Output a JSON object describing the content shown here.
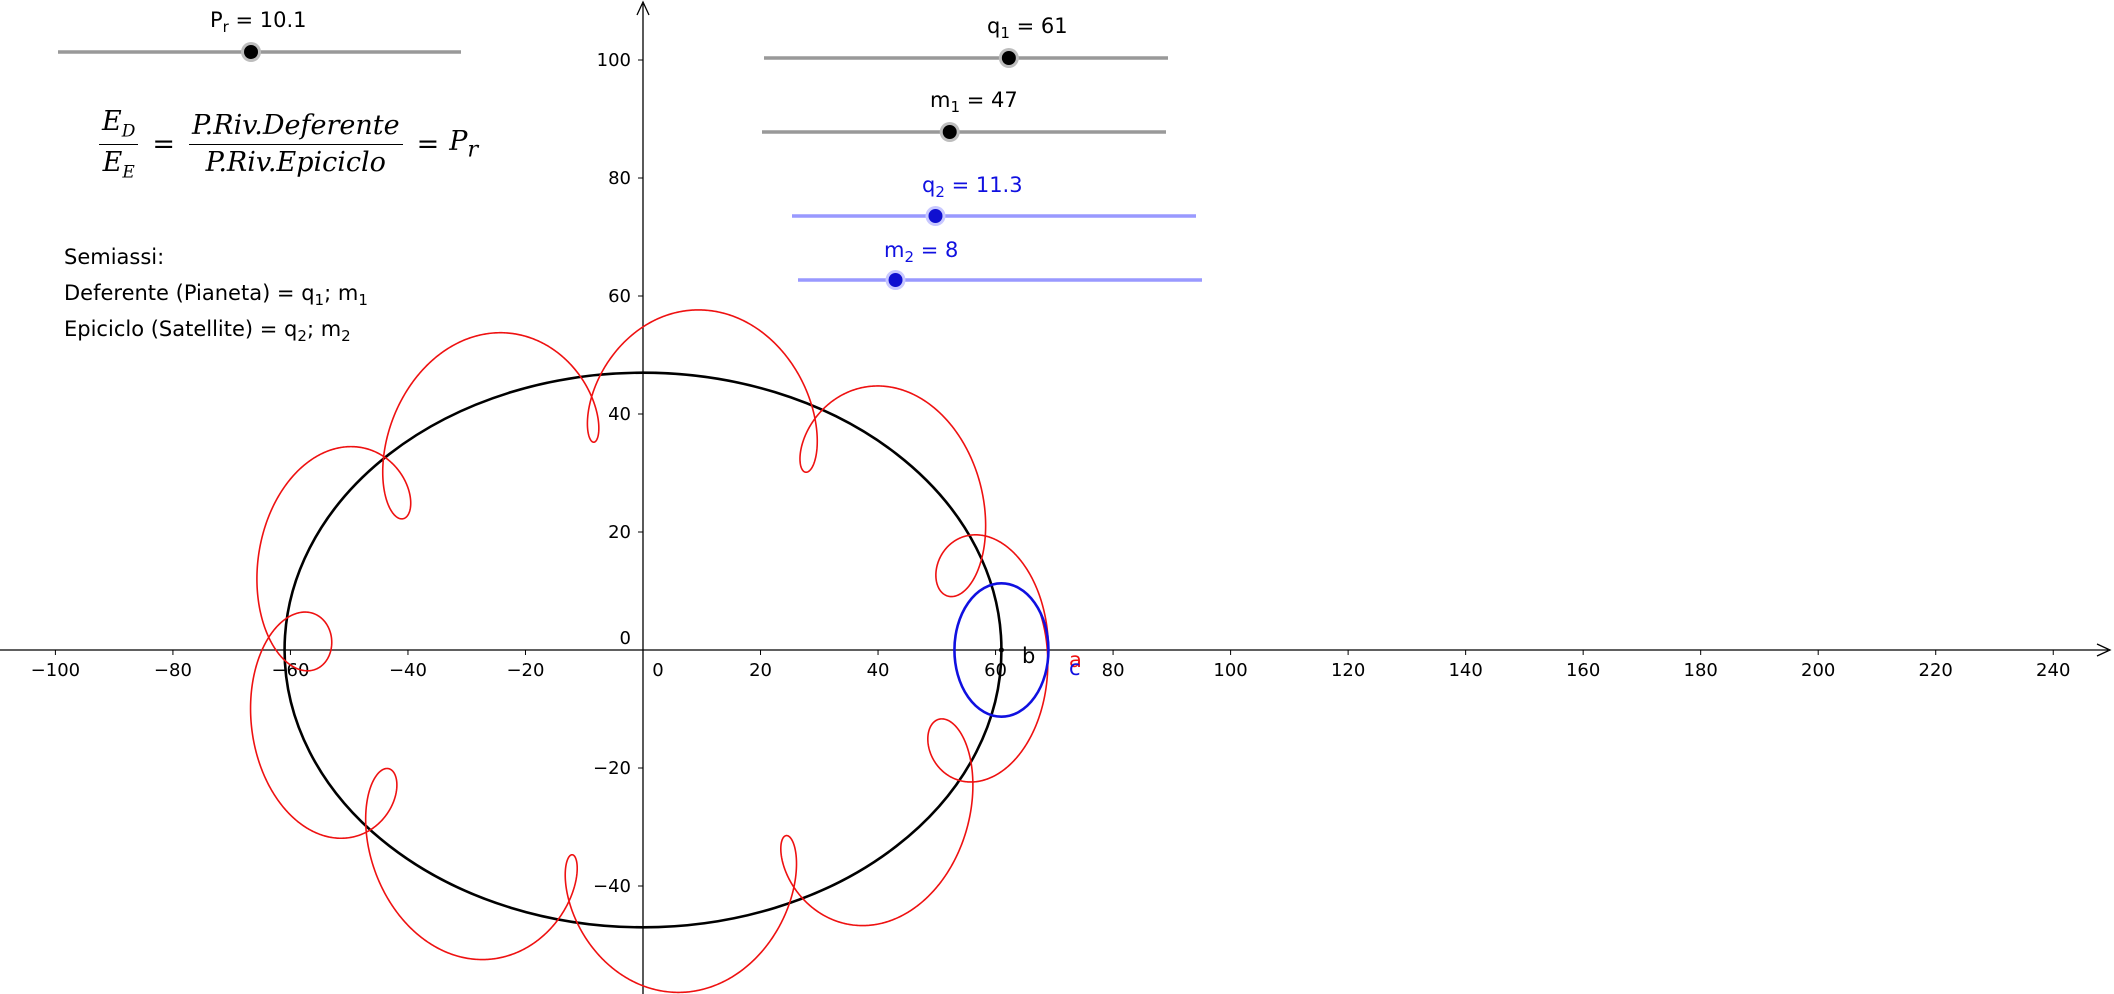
{
  "sliders": [
    {
      "id": "Pr",
      "label": "P",
      "sub": "r",
      "suffix": " = 10.1",
      "value": 10.1,
      "min": 1,
      "max": 20,
      "color": "#000000"
    },
    {
      "id": "q1",
      "label": "q",
      "sub": "1",
      "suffix": " = 61",
      "value": 61,
      "min": 1,
      "max": 100,
      "color": "#000000"
    },
    {
      "id": "m1",
      "label": "m",
      "sub": "1",
      "suffix": " = 47",
      "value": 47,
      "min": 1,
      "max": 100,
      "color": "#000000"
    },
    {
      "id": "q2",
      "label": "q",
      "sub": "2",
      "suffix": " = 11.3",
      "value": 11.3,
      "min": 1,
      "max": 30,
      "color": "#1010e0"
    },
    {
      "id": "m2",
      "label": "m",
      "sub": "2",
      "suffix": " = 8",
      "value": 8,
      "min": 1,
      "max": 30,
      "color": "#1010e0"
    }
  ],
  "formula": {
    "lhs_num": "E",
    "lhs_num_sub": "D",
    "lhs_den": "E",
    "lhs_den_sub": "E",
    "eq": "=",
    "mid_num": "P.Riv.Deferente",
    "mid_den": "P.Riv.Epiciclo",
    "rhs": "P",
    "rhs_sub": "r"
  },
  "info": {
    "title": "Semiassi:",
    "line1_a": "Deferente (Pianeta) = q",
    "line1_sub1": "1",
    "line1_mid": "; m",
    "line1_sub2": "1",
    "line2_a": "Epiciclo (Satellite) = q",
    "line2_sub1": "2",
    "line2_mid": "; m",
    "line2_sub2": "2"
  },
  "points": {
    "a": "a",
    "b": "b",
    "c": "c"
  },
  "axes": {
    "x_ticks": [
      -100,
      -80,
      -60,
      -40,
      -20,
      0,
      20,
      40,
      60,
      80,
      100,
      120,
      140,
      160,
      180,
      200,
      220,
      240
    ],
    "y_ticks": [
      -40,
      -20,
      0,
      20,
      40,
      60,
      80,
      100
    ],
    "x_range": [
      -110,
      250
    ],
    "y_range": [
      -58,
      110
    ]
  },
  "curves": {
    "deferent": {
      "a": 61,
      "b": 47,
      "color": "#000000"
    },
    "epicycle": {
      "center_x": 61,
      "a": 8,
      "b": 11.3,
      "color": "#1010e0"
    },
    "trace": {
      "ratio": 10.1,
      "color": "#ee1111"
    }
  },
  "colors": {
    "axis": "#000000",
    "slider_track_black": "#999999",
    "slider_track_blue": "#9999ff",
    "point_a": "#ee1111",
    "point_c": "#1010e0"
  }
}
